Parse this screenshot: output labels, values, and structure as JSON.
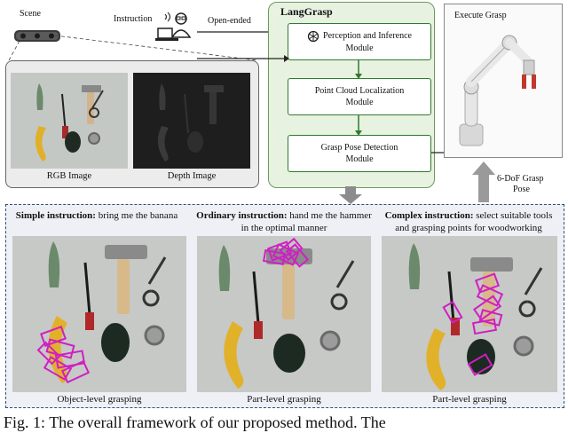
{
  "scene": {
    "label": "Scene"
  },
  "instruction": {
    "label": "Instruction",
    "arrow_label": "Open-ended"
  },
  "langgrasp": {
    "title": "LangGrasp",
    "modules": [
      {
        "line1": "Perception and Inference",
        "line2": "Module"
      },
      {
        "line1": "Point Cloud Localization",
        "line2": "Module"
      },
      {
        "line1": "Grasp Pose Detection",
        "line2": "Module"
      }
    ]
  },
  "images": {
    "rgb_label": "RGB Image",
    "depth_label": "Depth Image"
  },
  "execute": {
    "title": "Execute Grasp",
    "pose_label_line1": "6-DoF Grasp",
    "pose_label_line2": "Pose"
  },
  "panels": [
    {
      "bold": "Simple instruction:",
      "text": " bring me the banana",
      "footer": "Object-level grasping"
    },
    {
      "bold": "Ordinary instruction:",
      "text": " hand me the hammer in the optimal manner",
      "footer": "Part-level grasping"
    },
    {
      "bold": "Complex instruction:",
      "text": " select suitable tools and grasping points for  woodworking",
      "footer": "Part-level grasping"
    }
  ],
  "caption": {
    "text": "Fig. 1: The overall framework of our proposed method. The"
  },
  "colors": {
    "module_border": "#2f7a2f",
    "langgrasp_bg": "#e8f2e0",
    "grasp_magenta": "#d01fc4"
  }
}
